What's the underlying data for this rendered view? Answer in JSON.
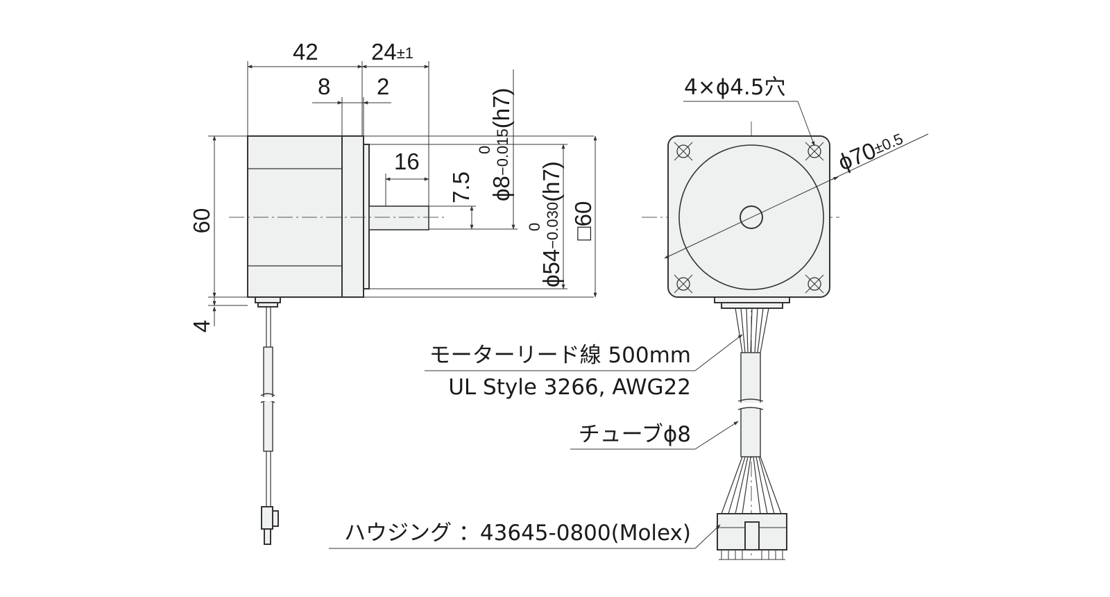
{
  "side_view": {
    "length_42": "42",
    "shaft_24": "24",
    "shaft_24_tol": "±1",
    "flange_8": "8",
    "step_2": "2",
    "key_16": "16",
    "height_60": "60",
    "offset_4": "4",
    "flat_7_5": "7.5",
    "shaft_dia": "ϕ8",
    "shaft_tol_upper": "0",
    "shaft_tol_lower": "−0.015",
    "shaft_fit": "(h7)",
    "pilot_dia": "ϕ54",
    "pilot_tol_upper": "0",
    "pilot_tol_lower": "−0.030",
    "pilot_fit": "(h7)",
    "square": "□60"
  },
  "front_view": {
    "holes": "4×ϕ4.5穴",
    "pcd": "ϕ70",
    "pcd_tol": "±0.5"
  },
  "callouts": {
    "lead_wire": "モーターリード線 500mm",
    "lead_spec": "UL Style 3266, AWG22",
    "tube": "チューブϕ8",
    "housing": "ハウジング ：43645-0800(Molex)"
  },
  "colors": {
    "body_fill": "#eef1ef",
    "line": "#333333"
  }
}
